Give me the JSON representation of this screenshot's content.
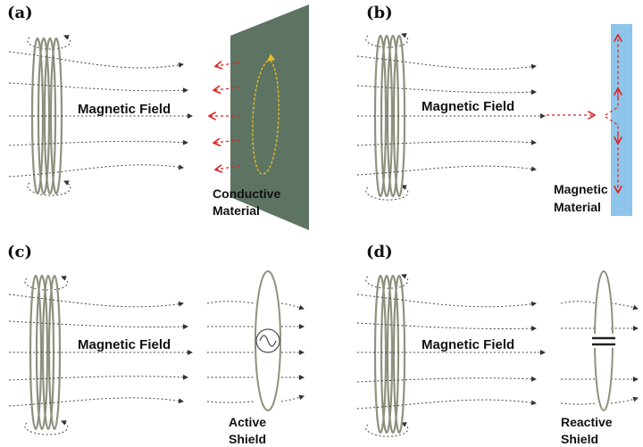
{
  "panels": [
    {
      "id": "a",
      "label": "(a)",
      "field_label": "Magnetic Field",
      "material_line1": "Conductive",
      "material_line2": "Material"
    },
    {
      "id": "b",
      "label": "(b)",
      "field_label": "Magnetic Field",
      "material_line1": "Magnetic",
      "material_line2": "Material"
    },
    {
      "id": "c",
      "label": "(c)",
      "field_label": "Magnetic Field",
      "material_line1": "Active",
      "material_line2": "Shield"
    },
    {
      "id": "d",
      "label": "(d)",
      "field_label": "Magnetic Field",
      "material_line1": "Reactive",
      "material_line2": "Shield"
    }
  ],
  "colors": {
    "conductive_plate": "#5e7463",
    "magnetic_plate": "#8ec5ea",
    "eddy_current": "#e8c020",
    "reflected_field": "#e02020",
    "coil": "#8f917f"
  }
}
